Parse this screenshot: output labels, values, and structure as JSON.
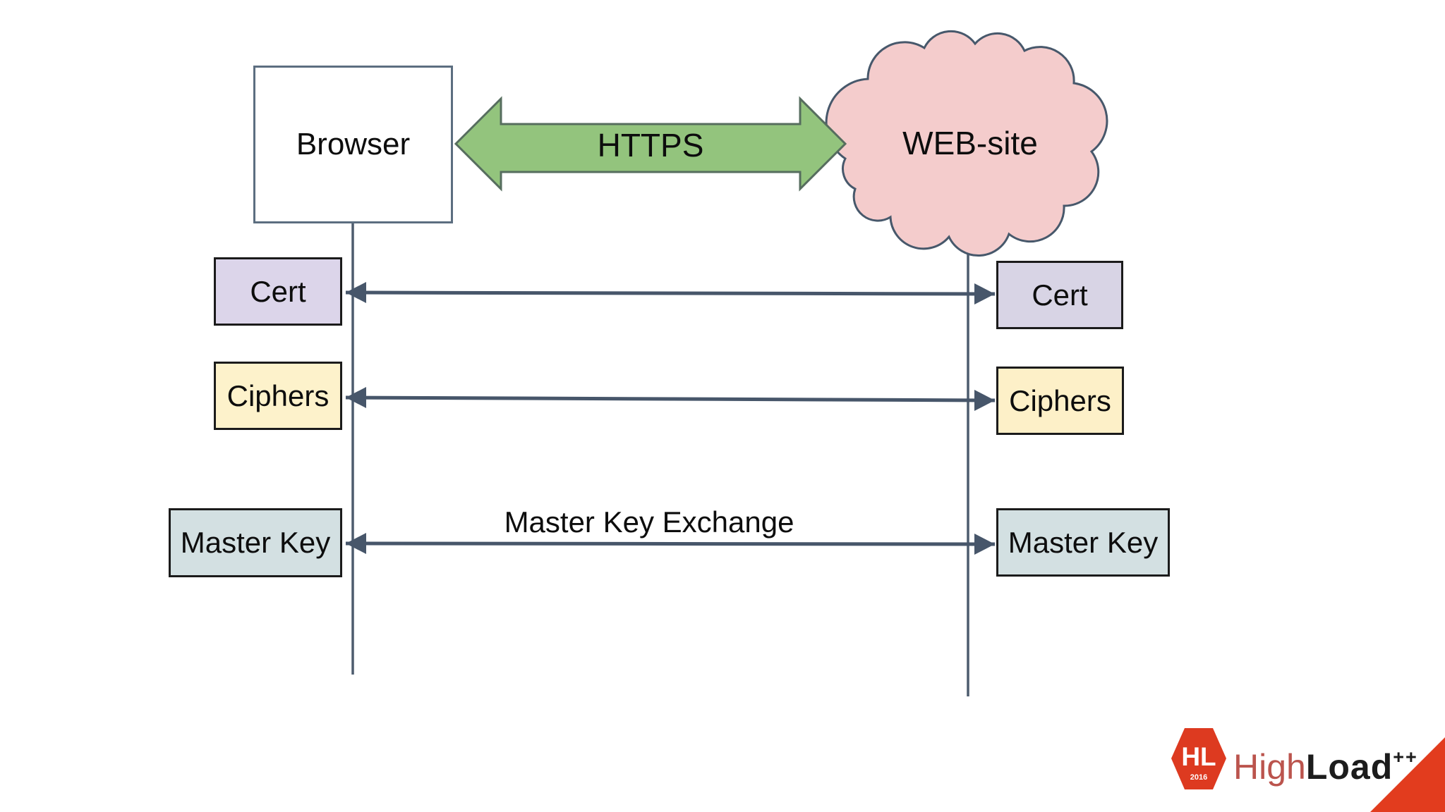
{
  "slide": {
    "actors": {
      "browser": "Browser",
      "website": "WEB-site"
    },
    "connection_label": "HTTPS",
    "rows": [
      {
        "left_label": "Cert",
        "right_label": "Cert",
        "message": ""
      },
      {
        "left_label": "Ciphers",
        "right_label": "Ciphers",
        "message": ""
      },
      {
        "left_label": "Master Key",
        "right_label": "Master Key",
        "message": "Master Key Exchange"
      }
    ],
    "colors": {
      "green_arrow": "#93c47d",
      "cloud_pink": "#f4cccc",
      "cert_purple": "#dcd5ea",
      "ciphers_yellow": "#fdf2cb",
      "master_key_teal": "#d3e0e2",
      "line_slate": "#4d6071",
      "logo_red": "#dd3a20"
    }
  },
  "logo": {
    "badge": "HL",
    "badge_year": "2016",
    "brand_high": "High",
    "brand_load": "Load",
    "brand_plus": "++"
  }
}
